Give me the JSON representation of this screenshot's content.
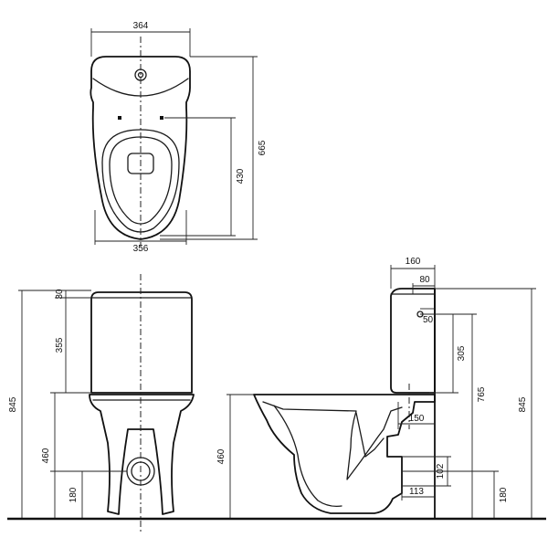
{
  "top_view": {
    "width_top": "364",
    "width_bottom": "356",
    "depth_total": "665",
    "depth_fix": "430"
  },
  "front_view": {
    "height_total": "845",
    "tank_lid": "30",
    "tank_height": "355",
    "seat_height": "460",
    "outlet_height": "180"
  },
  "side_view": {
    "tank_depth": "160",
    "tank_lid_offset": "80",
    "inlet_offset": "50",
    "inlet_height": "305",
    "height_inlet": "765",
    "height_total": "845",
    "seat_height": "460",
    "outlet_setback": "150",
    "outlet_diameter": "102",
    "outlet_offset": "113",
    "outlet_height": "180"
  }
}
